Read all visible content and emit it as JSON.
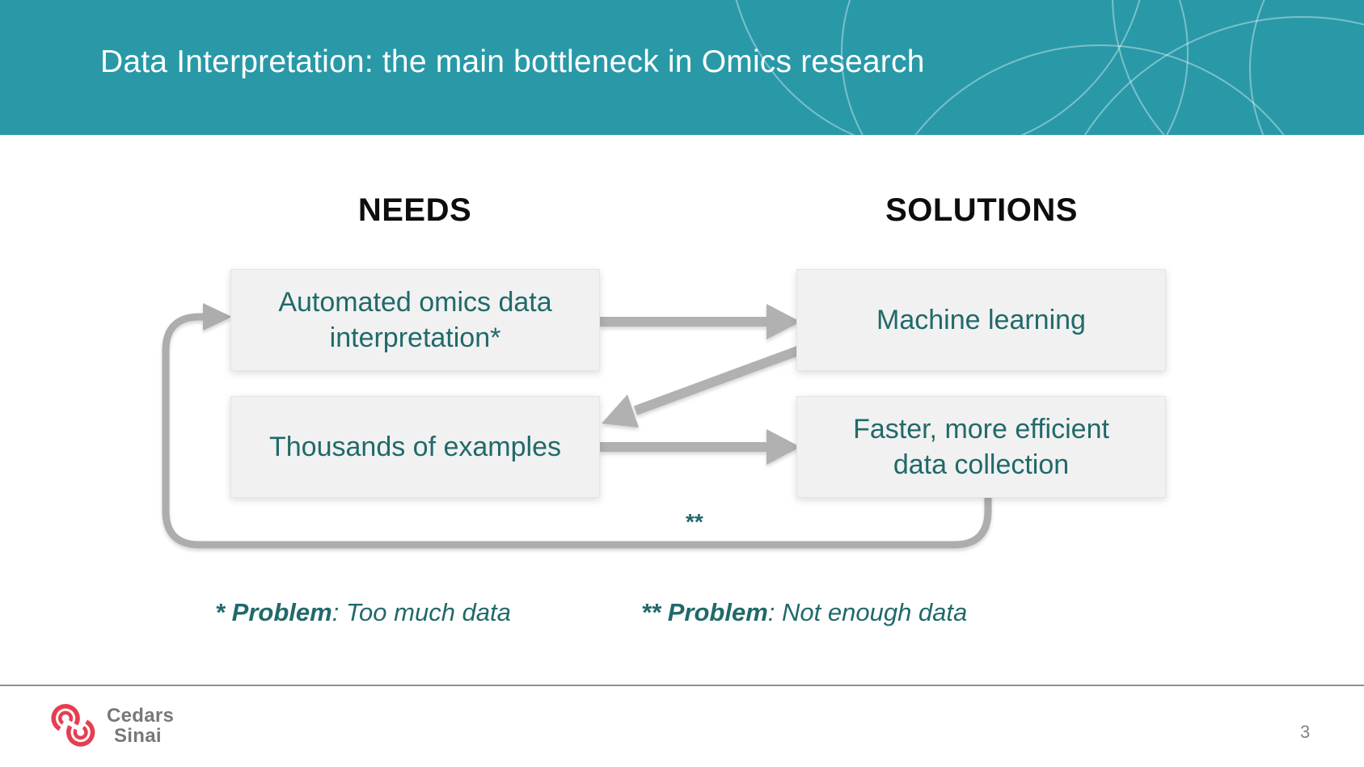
{
  "header": {
    "title": "Data Interpretation: the main bottleneck in Omics research"
  },
  "columns": {
    "needs": "NEEDS",
    "solutions": "SOLUTIONS"
  },
  "boxes": {
    "need_top": "Automated omics data interpretation*",
    "need_bottom": "Thousands of examples",
    "solution_top": "Machine learning",
    "solution_bottom": "Faster, more efficient data collection"
  },
  "loop_label": "**",
  "footnotes": [
    {
      "bold": "* Problem",
      "rest": ": Too much data"
    },
    {
      "bold": "** Problem",
      "rest": ": Not enough data"
    }
  ],
  "footer": {
    "logo_line1": "Cedars",
    "logo_line2": "Sinai",
    "page_number": "3"
  },
  "colors": {
    "header_teal": "#2999a8",
    "box_text_teal": "#21696a",
    "arrow_gray": "#b1b1b1",
    "loop_gray": "#adadad",
    "logo_red": "#e63e51",
    "logo_gray": "#77787b"
  }
}
